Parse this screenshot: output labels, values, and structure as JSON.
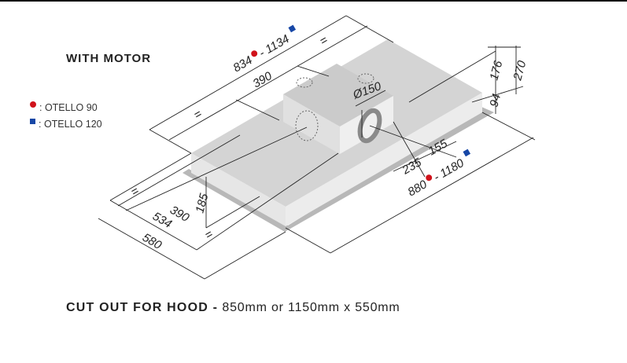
{
  "title": "WITH MOTOR",
  "legend": [
    {
      "label": ": OTELLO 90",
      "marker": "red-dot",
      "color": "#d0121b"
    },
    {
      "label": ": OTELLO 120",
      "marker": "blue-square",
      "color": "#1747a6"
    }
  ],
  "dimensions": {
    "top_length_a": "834",
    "top_length_b": "- 1134",
    "equal_sign": "=",
    "motor_offset": "390",
    "duct_diameter": "Ø150",
    "height_motor": "176",
    "height_total": "270",
    "height_body": "94",
    "duct_235": "235",
    "duct_155": "155",
    "bottom_length_a": "880",
    "bottom_length_b": "- 1180",
    "motor_height_front": "185",
    "depth_390": "390",
    "depth_534": "534",
    "depth_580": "580"
  },
  "footer": {
    "label": "CUT OUT FOR HOOD -",
    "value": " 850mm or 1150mm x 550mm"
  }
}
